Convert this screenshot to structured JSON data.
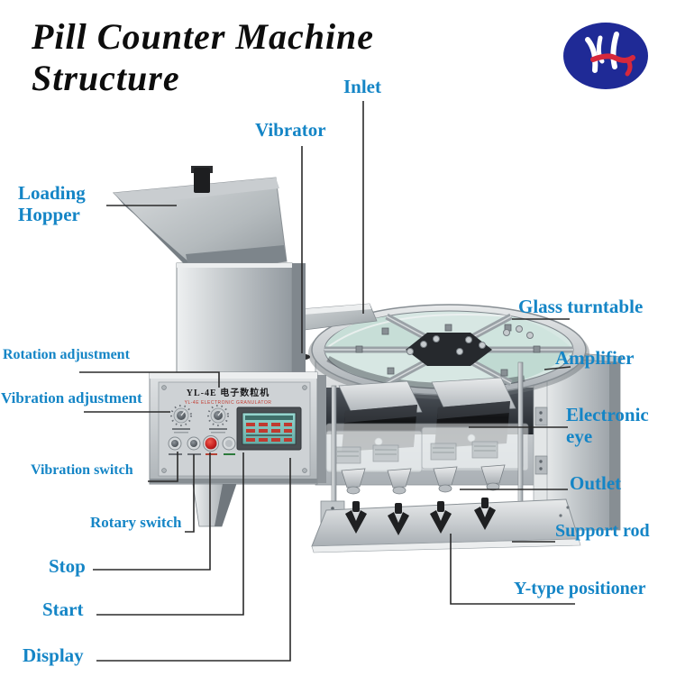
{
  "title": {
    "line1": "Pill Counter Machine",
    "line2": "Structure"
  },
  "logo": {
    "name": "yl-monogram-logo"
  },
  "machine": {
    "panel_title": "YL-4E 电子数粒机",
    "panel_subtitle": "YL-4E ELECTRONIC GRANULATOR"
  },
  "colors": {
    "label_blue": "#1485c6",
    "title_black": "#0d0d0d",
    "logo_blue": "#1f2a96",
    "logo_red": "#d6283c",
    "stop_button_red": "#c5201f",
    "panel_subtitle_red": "#c23a30"
  },
  "callouts": {
    "inlet": {
      "label": "Inlet"
    },
    "vibrator": {
      "label": "Vibrator"
    },
    "loading_hopper": {
      "label": "Loading Hopper"
    },
    "glass_turntable": {
      "label": "Glass turntable"
    },
    "amplifier": {
      "label": "Amplifier"
    },
    "electronic_eye": {
      "label": "Electronic eye"
    },
    "outlet": {
      "label": "Outlet"
    },
    "support_rod": {
      "label": "Support rod"
    },
    "y_type_positioner": {
      "label": "Y-type positioner"
    },
    "rotation_adjustment": {
      "label": "Rotation adjustment"
    },
    "vibration_adjustment": {
      "label": "Vibration adjustment"
    },
    "vibration_switch": {
      "label": "Vibration switch"
    },
    "rotary_switch": {
      "label": "Rotary switch"
    },
    "stop": {
      "label": "Stop"
    },
    "start": {
      "label": "Start"
    },
    "display": {
      "label": "Display"
    }
  }
}
